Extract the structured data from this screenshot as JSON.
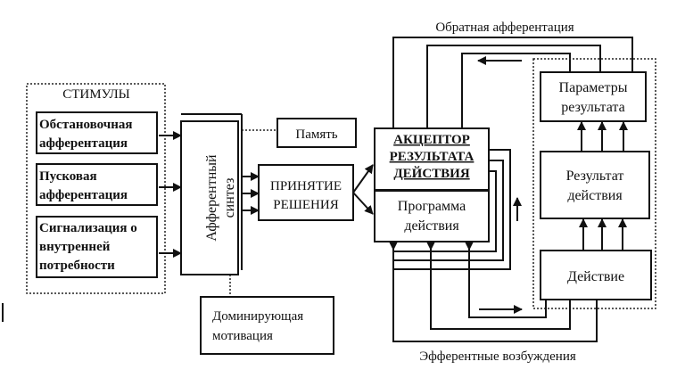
{
  "diagram": {
    "stimuli_group": {
      "title": "СТИМУЛЫ",
      "items": [
        {
          "lines": [
            "Обстановочная",
            "афферентация"
          ]
        },
        {
          "lines": [
            "Пусковая",
            "афферентация"
          ]
        },
        {
          "lines": [
            "Сигнализация о",
            "внутренней",
            "потребности"
          ]
        }
      ]
    },
    "afferent_synthesis": {
      "lines": [
        "Афферентный",
        "синтез"
      ]
    },
    "memory": {
      "label": "Память"
    },
    "decision": {
      "lines": [
        "ПРИНЯТИЕ",
        "РЕШЕНИЯ"
      ]
    },
    "dominant_motivation": {
      "lines": [
        "Доминирующая",
        "мотивация"
      ]
    },
    "acceptor": {
      "lines": [
        "АКЦЕПТОР",
        "РЕЗУЛЬТАТА",
        "ДЕЙСТВИЯ"
      ]
    },
    "action_program": {
      "lines": [
        "Программа",
        "действия"
      ]
    },
    "result_parameters": {
      "lines": [
        "Параметры",
        "результата"
      ]
    },
    "action_result": {
      "lines": [
        "Результат",
        "действия"
      ]
    },
    "action": {
      "label": "Действие"
    },
    "labels": {
      "reverse_afferentation": "Обратная афферентация",
      "efferent_excitations": "Эфферентные возбуждения"
    }
  }
}
